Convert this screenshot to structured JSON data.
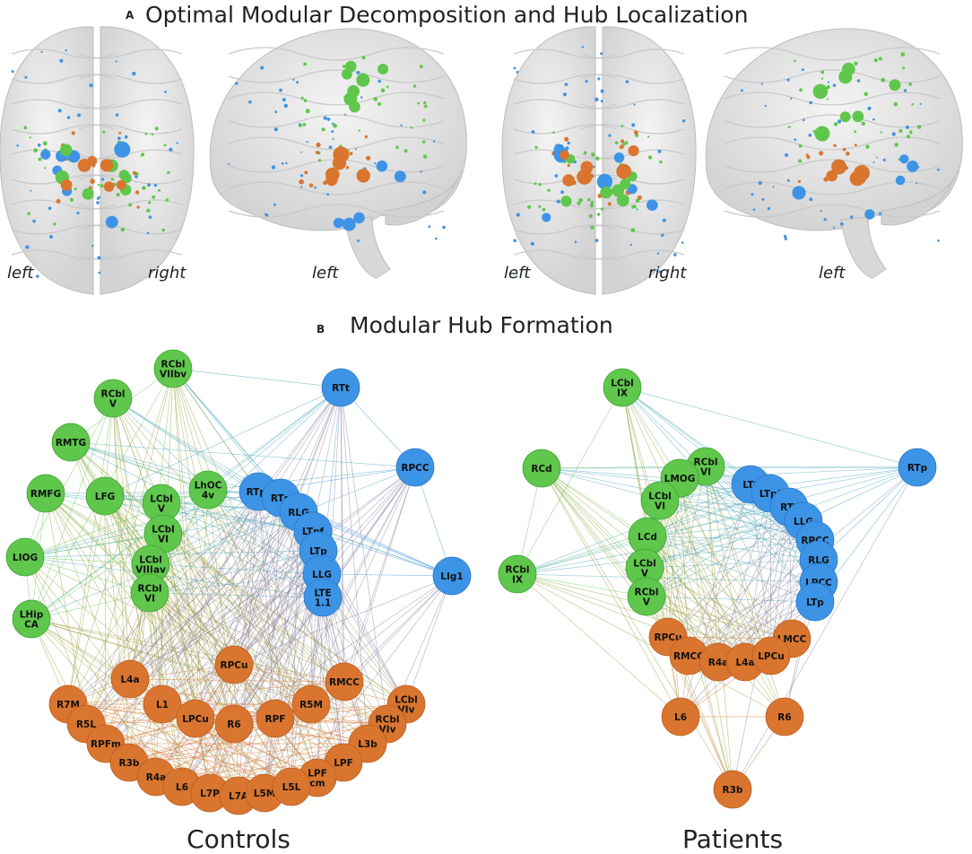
{
  "panel_a": {
    "letter": "A",
    "title": "Optimal Modular Decomposition and Hub Localization",
    "orientation_labels": [
      "left",
      "right",
      "left",
      "left",
      "right",
      "left"
    ]
  },
  "panel_b": {
    "letter": "B",
    "title": "Modular Hub Formation"
  },
  "groups": [
    "Controls",
    "Patients"
  ],
  "colors": {
    "green": "#5fc74c",
    "blue": "#3d94e6",
    "orange": "#d9752f",
    "green_dark": "#3f9f33",
    "blue_dark": "#2a76c4",
    "orange_dark": "#b95d20"
  },
  "networks": {
    "controls": {
      "nodes": [
        {
          "id": "RCbl VIIbv",
          "lines": [
            "RCbl",
            "VIIbv"
          ],
          "module": "green"
        },
        {
          "id": "RCbl V",
          "lines": [
            "RCbl",
            "V"
          ],
          "module": "green"
        },
        {
          "id": "RMTG",
          "lines": [
            "RMTG"
          ],
          "module": "green"
        },
        {
          "id": "RMFG",
          "lines": [
            "RMFG"
          ],
          "module": "green"
        },
        {
          "id": "LFG",
          "lines": [
            "LFG"
          ],
          "module": "green"
        },
        {
          "id": "LhOC 4v",
          "lines": [
            "LhOC",
            "4v"
          ],
          "module": "green"
        },
        {
          "id": "LCbl V",
          "lines": [
            "LCbl",
            "V"
          ],
          "module": "green"
        },
        {
          "id": "LCbl VI",
          "lines": [
            "LCbl",
            "VI"
          ],
          "module": "green"
        },
        {
          "id": "LIOG",
          "lines": [
            "LIOG"
          ],
          "module": "green"
        },
        {
          "id": "LCbl VIIIav",
          "lines": [
            "LCbl",
            "VIIIav"
          ],
          "module": "green"
        },
        {
          "id": "RCbl VI",
          "lines": [
            "RCbl",
            "VI"
          ],
          "module": "green"
        },
        {
          "id": "LHip CA",
          "lines": [
            "LHip",
            "CA"
          ],
          "module": "green"
        },
        {
          "id": "RTt",
          "lines": [
            "RTt"
          ],
          "module": "blue"
        },
        {
          "id": "RPCC",
          "lines": [
            "RPCC"
          ],
          "module": "blue"
        },
        {
          "id": "RTpf",
          "lines": [
            "RTpf"
          ],
          "module": "blue"
        },
        {
          "id": "RTp",
          "lines": [
            "RTp"
          ],
          "module": "blue"
        },
        {
          "id": "RLG",
          "lines": [
            "RLG"
          ],
          "module": "blue"
        },
        {
          "id": "LTpf",
          "lines": [
            "LTpf"
          ],
          "module": "blue"
        },
        {
          "id": "LTp",
          "lines": [
            "LTp"
          ],
          "module": "blue"
        },
        {
          "id": "LLG",
          "lines": [
            "LLG"
          ],
          "module": "blue"
        },
        {
          "id": "LIg1",
          "lines": [
            "LIg1"
          ],
          "module": "blue"
        },
        {
          "id": "LTE 1.1",
          "lines": [
            "LTE",
            "1.1"
          ],
          "module": "blue"
        },
        {
          "id": "RPCu",
          "lines": [
            "RPCu"
          ],
          "module": "orange"
        },
        {
          "id": "L4a",
          "lines": [
            "L4a"
          ],
          "module": "orange"
        },
        {
          "id": "RMCC",
          "lines": [
            "RMCC"
          ],
          "module": "orange"
        },
        {
          "id": "R7M",
          "lines": [
            "R7M"
          ],
          "module": "orange"
        },
        {
          "id": "L1",
          "lines": [
            "L1"
          ],
          "module": "orange"
        },
        {
          "id": "LCbl VIv",
          "lines": [
            "LCbl",
            "VIv"
          ],
          "module": "orange"
        },
        {
          "id": "R5M",
          "lines": [
            "R5M"
          ],
          "module": "orange"
        },
        {
          "id": "R5L",
          "lines": [
            "R5L"
          ],
          "module": "orange"
        },
        {
          "id": "LPCu",
          "lines": [
            "LPCu"
          ],
          "module": "orange"
        },
        {
          "id": "R6",
          "lines": [
            "R6"
          ],
          "module": "orange"
        },
        {
          "id": "RPF",
          "lines": [
            "RPF"
          ],
          "module": "orange"
        },
        {
          "id": "RCbl VIv",
          "lines": [
            "RCbl",
            "VIv"
          ],
          "module": "orange"
        },
        {
          "id": "RPFm",
          "lines": [
            "RPFm"
          ],
          "module": "orange"
        },
        {
          "id": "L3b",
          "lines": [
            "L3b"
          ],
          "module": "orange"
        },
        {
          "id": "R3b",
          "lines": [
            "R3b"
          ],
          "module": "orange"
        },
        {
          "id": "LPF",
          "lines": [
            "LPF"
          ],
          "module": "orange"
        },
        {
          "id": "LPF cm",
          "lines": [
            "LPF",
            "cm"
          ],
          "module": "orange"
        },
        {
          "id": "R4a",
          "lines": [
            "R4a"
          ],
          "module": "orange"
        },
        {
          "id": "L6",
          "lines": [
            "L6"
          ],
          "module": "orange"
        },
        {
          "id": "L7P",
          "lines": [
            "L7P"
          ],
          "module": "orange"
        },
        {
          "id": "L7A",
          "lines": [
            "L7A"
          ],
          "module": "orange"
        },
        {
          "id": "L5M",
          "lines": [
            "L5M"
          ],
          "module": "orange"
        },
        {
          "id": "L5L",
          "lines": [
            "L5L"
          ],
          "module": "orange"
        }
      ]
    },
    "patients": {
      "nodes": [
        {
          "id": "LCbl IX",
          "lines": [
            "LCbl",
            "IX"
          ],
          "module": "green"
        },
        {
          "id": "RCd",
          "lines": [
            "RCd"
          ],
          "module": "green"
        },
        {
          "id": "RCbl IX",
          "lines": [
            "RCbl",
            "IX"
          ],
          "module": "green"
        },
        {
          "id": "RCbl VI",
          "lines": [
            "RCbl",
            "VI"
          ],
          "module": "green"
        },
        {
          "id": "LMOG",
          "lines": [
            "LMOG"
          ],
          "module": "green"
        },
        {
          "id": "LCbl VI",
          "lines": [
            "LCbl",
            "VI"
          ],
          "module": "green"
        },
        {
          "id": "LCd",
          "lines": [
            "LCd"
          ],
          "module": "green"
        },
        {
          "id": "LCbl V",
          "lines": [
            "LCbl",
            "V"
          ],
          "module": "green"
        },
        {
          "id": "RCbl V",
          "lines": [
            "RCbl",
            "V"
          ],
          "module": "green"
        },
        {
          "id": "RTp",
          "lines": [
            "RTp"
          ],
          "module": "blue"
        },
        {
          "id": "LTt",
          "lines": [
            "LTt"
          ],
          "module": "blue"
        },
        {
          "id": "LTpf",
          "lines": [
            "LTpf"
          ],
          "module": "blue"
        },
        {
          "id": "RTt",
          "lines": [
            "RTt"
          ],
          "module": "blue"
        },
        {
          "id": "LLG",
          "lines": [
            "LLG"
          ],
          "module": "blue"
        },
        {
          "id": "RPCC",
          "lines": [
            "RPCC"
          ],
          "module": "blue"
        },
        {
          "id": "RLG",
          "lines": [
            "RLG"
          ],
          "module": "blue"
        },
        {
          "id": "LPCC",
          "lines": [
            "LPCC"
          ],
          "module": "blue"
        },
        {
          "id": "LTp",
          "lines": [
            "LTp"
          ],
          "module": "blue"
        },
        {
          "id": "RPCu",
          "lines": [
            "RPCu"
          ],
          "module": "orange"
        },
        {
          "id": "LMCC",
          "lines": [
            "LMCC"
          ],
          "module": "orange"
        },
        {
          "id": "RMCC",
          "lines": [
            "RMCC"
          ],
          "module": "orange"
        },
        {
          "id": "R4a",
          "lines": [
            "R4a"
          ],
          "module": "orange"
        },
        {
          "id": "L4a",
          "lines": [
            "L4a"
          ],
          "module": "orange"
        },
        {
          "id": "LPCu",
          "lines": [
            "LPCu"
          ],
          "module": "orange"
        },
        {
          "id": "L6",
          "lines": [
            "L6"
          ],
          "module": "orange"
        },
        {
          "id": "R6",
          "lines": [
            "R6"
          ],
          "module": "orange"
        },
        {
          "id": "R3b",
          "lines": [
            "R3b"
          ],
          "module": "orange"
        }
      ]
    }
  }
}
